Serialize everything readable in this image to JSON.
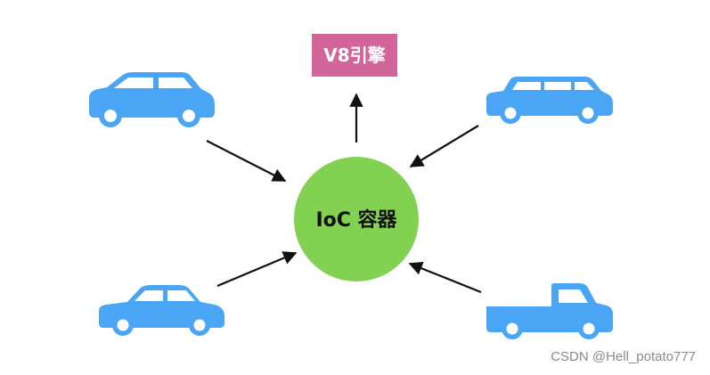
{
  "engine": {
    "label": "V8引擎",
    "color": "#d2669a"
  },
  "container": {
    "label": "IoC 容器",
    "color": "#82d152"
  },
  "car_color": "#4aa6f5",
  "arrow_color": "#111111",
  "cars": [
    {
      "id": "hatchback",
      "icon": "hatchback-car-icon"
    },
    {
      "id": "wagon",
      "icon": "station-wagon-icon"
    },
    {
      "id": "sedan",
      "icon": "sedan-car-icon"
    },
    {
      "id": "pickup",
      "icon": "pickup-truck-icon"
    }
  ],
  "watermark": "CSDN @Hell_potato777"
}
